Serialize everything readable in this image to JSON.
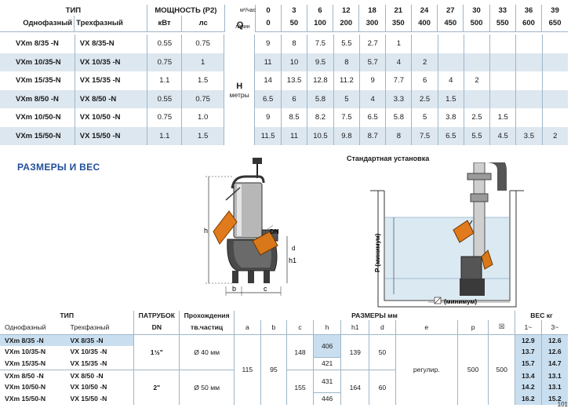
{
  "perf_table": {
    "header": {
      "type": "ТИП",
      "power": "МОЩНОСТЬ (P2)",
      "q": "Q",
      "unit_m3": "м³/час",
      "unit_lmin": "л/мин",
      "single": "Однофазный",
      "three": "Трехфазный",
      "kw": "кВт",
      "hp": "лс"
    },
    "q_m3": [
      "0",
      "3",
      "6",
      "12",
      "18",
      "21",
      "24",
      "27",
      "30",
      "33",
      "36",
      "39"
    ],
    "q_lmin": [
      "0",
      "50",
      "100",
      "200",
      "300",
      "350",
      "400",
      "450",
      "500",
      "550",
      "600",
      "650"
    ],
    "h_label": "H",
    "h_unit": "метры",
    "rows": [
      {
        "single": "VXm 8/35  -N",
        "three": "VX  8/35-N",
        "kw": "0.55",
        "hp": "0.75",
        "h": [
          "9",
          "8",
          "7.5",
          "5.5",
          "2.7",
          "1",
          "",
          "",
          "",
          "",
          "",
          ""
        ]
      },
      {
        "single": "VXm 10/35-N",
        "three": "VX 10/35 -N",
        "kw": "0.75",
        "hp": "1",
        "h": [
          "11",
          "10",
          "9.5",
          "8",
          "5.7",
          "4",
          "2",
          "",
          "",
          "",
          "",
          ""
        ]
      },
      {
        "single": "VXm 15/35-N",
        "three": "VX 15/35 -N",
        "kw": "1.1",
        "hp": "1.5",
        "h": [
          "14",
          "13.5",
          "12.8",
          "11.2",
          "9",
          "7.7",
          "6",
          "4",
          "2",
          "",
          "",
          ""
        ]
      },
      {
        "single": "VXm 8/50  -N",
        "three": "VX  8/50  -N",
        "kw": "0.55",
        "hp": "0.75",
        "h": [
          "6.5",
          "6",
          "5.8",
          "5",
          "4",
          "3.3",
          "2.5",
          "1.5",
          "",
          "",
          "",
          ""
        ]
      },
      {
        "single": "VXm 10/50-N",
        "three": "VX 10/50 -N",
        "kw": "0.75",
        "hp": "1.0",
        "h": [
          "9",
          "8.5",
          "8.2",
          "7.5",
          "6.5",
          "5.8",
          "5",
          "3.8",
          "2.5",
          "1.5",
          "",
          ""
        ]
      },
      {
        "single": "VXm 15/50-N",
        "three": "VX 15/50 -N",
        "kw": "1.1",
        "hp": "1.5",
        "h": [
          "11.5",
          "11",
          "10.5",
          "9.8",
          "8.7",
          "8",
          "7.5",
          "6.5",
          "5.5",
          "4.5",
          "3.5",
          "2"
        ]
      }
    ]
  },
  "section_title": "РАЗМЕРЫ  И  ВЕС",
  "install_title": "Стандартная установка",
  "drawing_labels": {
    "h": "h",
    "h1": "h1",
    "dn": "DN",
    "b": "b",
    "c": "c",
    "d": "d",
    "p": "P (минимум)",
    "min": "(минимум)"
  },
  "dims_table": {
    "header": {
      "type": "ТИП",
      "outlet": "ПАТРУБОК",
      "dn": "DN",
      "passage": "Прохождения",
      "passage2": "тв.частиц",
      "dimensions": "РАЗМЕРЫ  мм",
      "weight": "ВЕС  кг",
      "single": "Однофазный",
      "three": "Трехфазный",
      "cols": [
        "a",
        "b",
        "c",
        "h",
        "h1",
        "d",
        "e",
        "p",
        "☒"
      ],
      "w1": "1~",
      "w3": "3~"
    },
    "rows": [
      {
        "single": "VXm 8/35  -N",
        "three": "VX 8/35  -N",
        "w1": "12.9",
        "w3": "12.6"
      },
      {
        "single": "VXm 10/35-N",
        "three": "VX 10/35 -N",
        "w1": "13.7",
        "w3": "12.6"
      },
      {
        "single": "VXm 15/35-N",
        "three": "VX 15/35 -N",
        "w1": "15.7",
        "w3": "14.7"
      },
      {
        "single": "VXm 8/50  -N",
        "three": "VX 8/50  -N",
        "w1": "13.4",
        "w3": "13.1"
      },
      {
        "single": "VXm 10/50-N",
        "three": "VX 10/50 -N",
        "w1": "14.2",
        "w3": "13.1"
      },
      {
        "single": "VXm 15/50-N",
        "three": "VX 15/50 -N",
        "w1": "16.2",
        "w3": "15.2"
      }
    ],
    "dn_35": "1½\"",
    "dn_50": "2\"",
    "pass_35": "Ø 40 мм",
    "pass_50": "Ø 50 мм",
    "a": "115",
    "b": "95",
    "c_35": "148",
    "c_50": "155",
    "h_vals": [
      "406",
      "421",
      "431",
      "446"
    ],
    "h1_35": "139",
    "h1_50": "164",
    "d_35": "50",
    "d_50": "60",
    "e": "регулир.",
    "p": "500",
    "sq": "500"
  },
  "page_number": "101"
}
